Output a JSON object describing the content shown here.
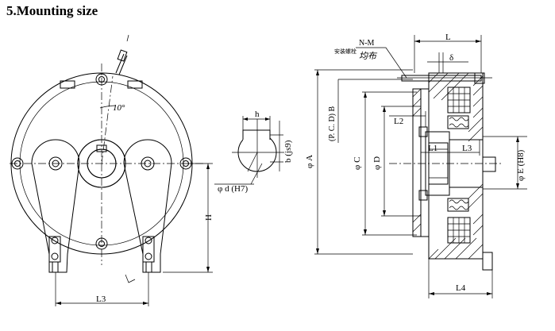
{
  "title": "5.Mounting size",
  "labels": {
    "angle": "10°",
    "L3_left": "L3",
    "H": "H",
    "h": "h",
    "b_js9": "b (js9)",
    "d_H7": "φ d (H7)",
    "N_M": "N-M",
    "note_cn_1": "安装螺栓",
    "note_cn_2": "均布",
    "L": "L",
    "delta": "δ",
    "PCD_B": "(P. C. D) B",
    "A": "φ A",
    "C": "φ C",
    "D": "φ D",
    "L2": "L2",
    "L1": "L1",
    "L3_right": "L3",
    "E_H8": "φ E (H8)",
    "L4": "L4"
  }
}
